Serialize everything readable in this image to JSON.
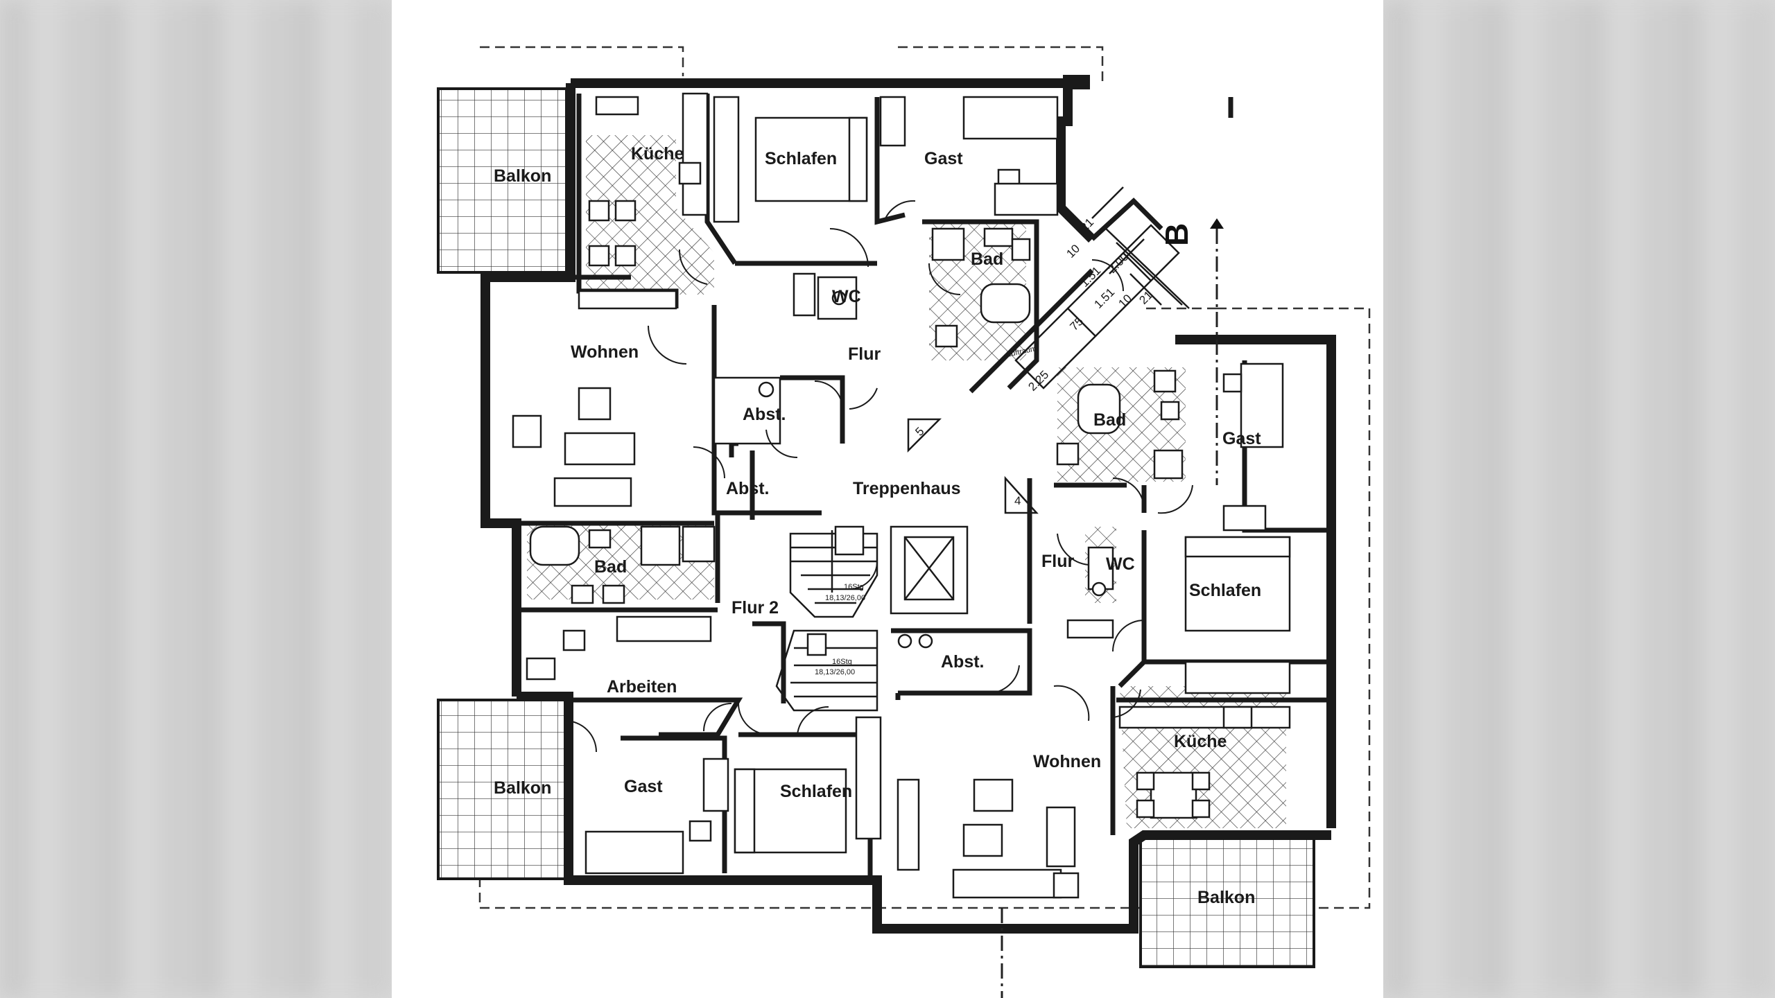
{
  "rooms": {
    "kueche_nw": "Küche",
    "schlafen_n": "Schlafen",
    "gast_n": "Gast",
    "balkon_nw": "Balkon",
    "bad_n": "Bad",
    "wc_n": "WC",
    "wohnen_w": "Wohnen",
    "flur_n": "Flur",
    "abst_n": "Abst.",
    "luftraum": "Luftraum",
    "bad_e": "Bad",
    "gast_e": "Gast",
    "abst_c": "Abst.",
    "treppenhaus": "Treppenhaus",
    "flur_e": "Flur",
    "wc_e": "WC",
    "schlafen_e": "Schlafen",
    "bad_w": "Bad",
    "flur2": "Flur 2",
    "abst_s": "Abst.",
    "arbeiten": "Arbeiten",
    "kueche_se": "Küche",
    "wohnen_s": "Wohnen",
    "balkon_sw": "Balkon",
    "gast_s": "Gast",
    "schlafen_s": "Schlafen",
    "balkon_se": "Balkon"
  },
  "stairs": {
    "upper": [
      "16Stg",
      "18,13/26,00"
    ],
    "lower": [
      "16Stg",
      "18,13/26,00"
    ]
  },
  "dimensions": {
    "d1": "21",
    "d2": "2.00",
    "d3": "10",
    "d4": "1.51",
    "d5": "1.51",
    "d6": "10",
    "d7": "21",
    "d8": "75",
    "d9": "2.25"
  },
  "markers": {
    "section": "B",
    "step_a": "5",
    "step_b": "4"
  }
}
